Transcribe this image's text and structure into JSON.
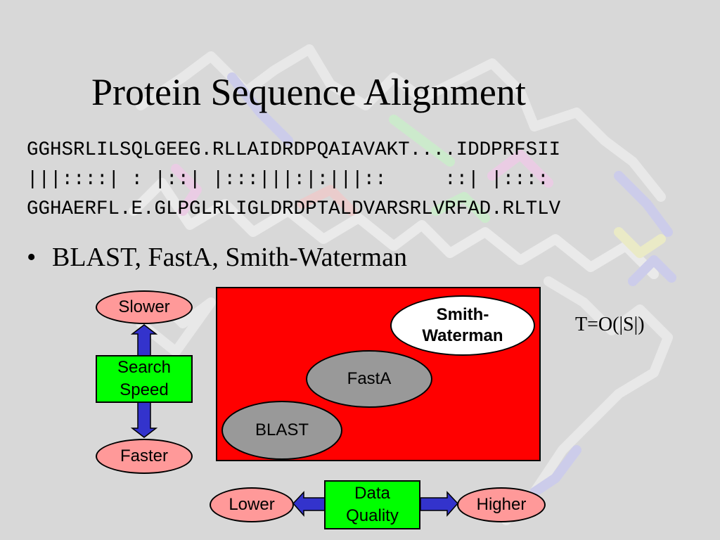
{
  "slide": {
    "title": "Protein Sequence Alignment",
    "sequence_lines": [
      "GGHSRLILSQLGEEG.RLLAIDRDPQAIAVAKT....IDDPRFSII",
      "|||::::| : |::| |:::|||:|:|||::     ::| |::::",
      "GGHAERFL.E.GLPGLRLIGLDRDPTALDVARSRLVRFAD.RLTLV"
    ],
    "bullet": "BLAST, FastA, Smith-Waterman",
    "bullet_marker": "•"
  },
  "diagram": {
    "speed_axis": {
      "top": "Slower",
      "center": [
        "Search",
        "Speed"
      ],
      "bottom": "Faster"
    },
    "quality_axis": {
      "left": "Lower",
      "center": [
        "Data",
        "Quality"
      ],
      "right": "Higher"
    },
    "methods": [
      {
        "name_lines": [
          "Smith-",
          "Waterman"
        ],
        "style": "white"
      },
      {
        "name_lines": [
          "FastA"
        ],
        "style": "gray"
      },
      {
        "name_lines": [
          "BLAST"
        ],
        "style": "gray"
      }
    ],
    "complexity": "T=O(|S|)",
    "colors": {
      "panel": "#ff0000",
      "pill": "#ff9999",
      "axis_box": "#00ff00",
      "arrow": "#3333cc",
      "method_gray": "#999999"
    }
  }
}
